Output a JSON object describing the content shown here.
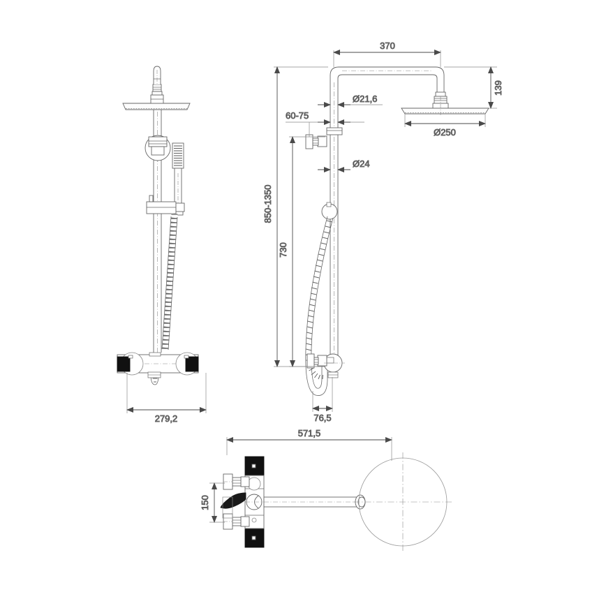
{
  "drawing": {
    "type": "technical-dimension-drawing",
    "subject": "Thermostatic shower column with overhead rain shower and hand shower",
    "units": "mm",
    "background_color": "#ffffff",
    "line_color": "#555555",
    "text_color": "#3a3a3a",
    "accent_color": "#1a1a1a",
    "views": [
      {
        "id": "front",
        "name": "front-elevation-view"
      },
      {
        "id": "side",
        "name": "side-elevation-view"
      },
      {
        "id": "plan",
        "name": "plan-top-view"
      }
    ]
  },
  "dimensions": {
    "arm_reach": {
      "label": "370",
      "orientation": "horizontal",
      "view": "side"
    },
    "head_thickness": {
      "label": "139",
      "orientation": "vertical",
      "view": "side"
    },
    "riser_pipe_dia": {
      "label": "Ø21,6",
      "orientation": "horizontal",
      "view": "side"
    },
    "head_dia": {
      "label": "Ø250",
      "orientation": "horizontal",
      "view": "side"
    },
    "wall_offset": {
      "label": "60-75",
      "orientation": "horizontal",
      "view": "side"
    },
    "bar_dia": {
      "label": "Ø24",
      "orientation": "horizontal",
      "view": "side"
    },
    "height_range": {
      "label": "850-1350",
      "orientation": "vertical",
      "view": "side"
    },
    "slide_bar_length": {
      "label": "730",
      "orientation": "vertical",
      "view": "side"
    },
    "mixer_width": {
      "label": "279,2",
      "orientation": "horizontal",
      "view": "front"
    },
    "hose_projection": {
      "label": "76,5",
      "orientation": "horizontal",
      "view": "side"
    },
    "total_projection": {
      "label": "571,5",
      "orientation": "horizontal",
      "view": "plan"
    },
    "valve_height": {
      "label": "150",
      "orientation": "vertical",
      "view": "plan"
    }
  }
}
